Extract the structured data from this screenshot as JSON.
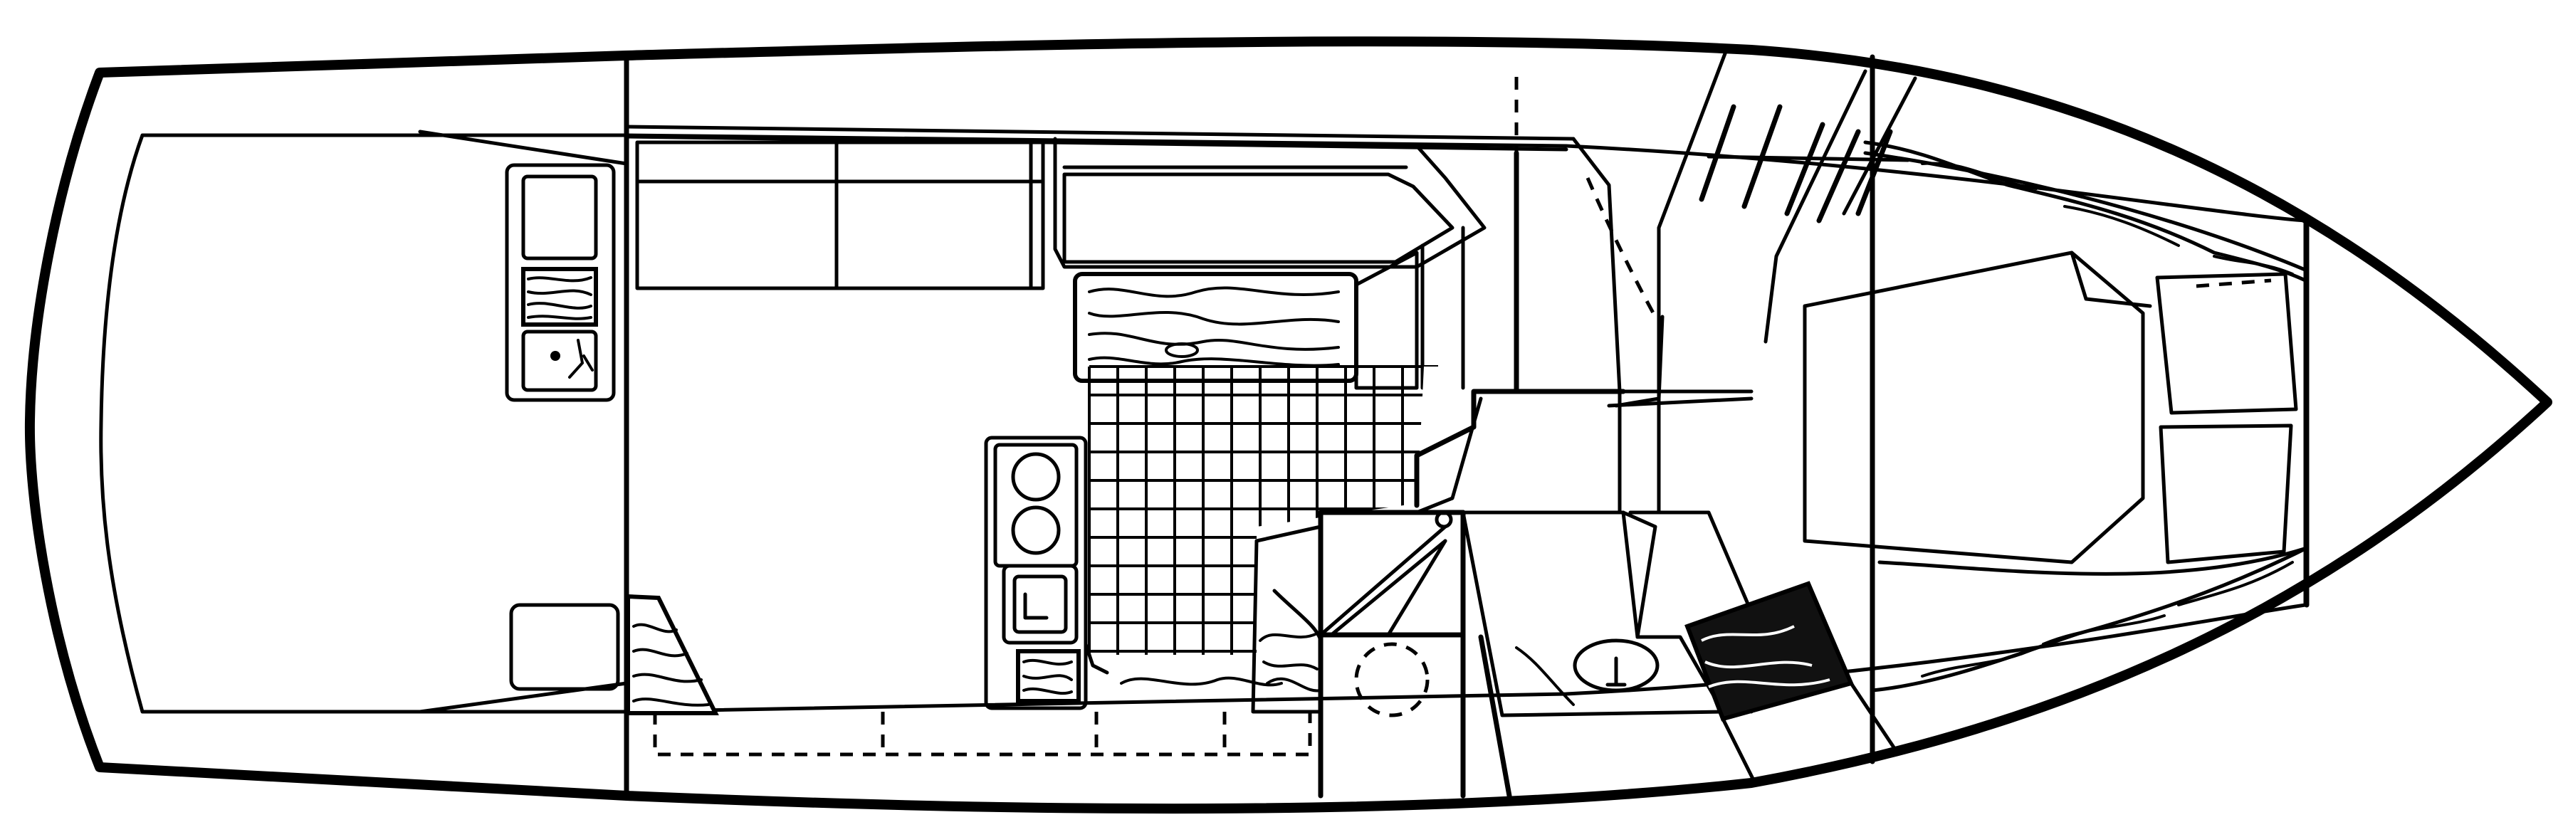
{
  "diagram": {
    "type": "boat-floor-plan",
    "colors": {
      "line": "#000000",
      "background": "#ffffff"
    },
    "areas": [
      "cockpit",
      "cockpit-helm-console",
      "cockpit-seat",
      "salon-settee",
      "salon-dinette-table",
      "galley-counter",
      "galley-stove",
      "galley-sink",
      "galley-floor-grid",
      "head-compartment",
      "head-shower",
      "head-sink",
      "companionway-steps",
      "forward-stateroom",
      "v-berth",
      "anchor-locker"
    ]
  }
}
